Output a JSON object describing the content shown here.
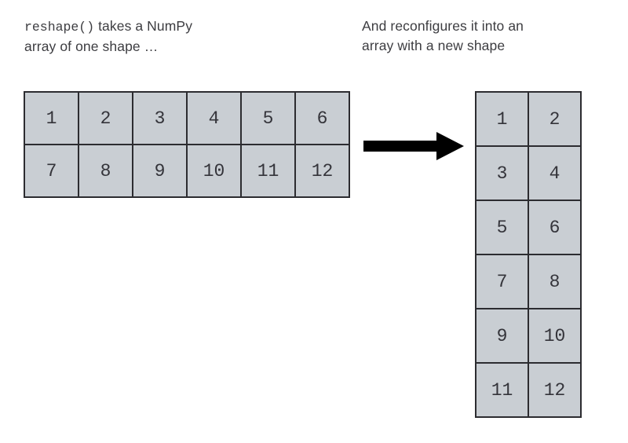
{
  "captions": {
    "left": {
      "code": "reshape()",
      "text": " takes a NumPy\narray of one shape …"
    },
    "right": {
      "text": "And reconfigures it into an\narray with a new shape"
    }
  },
  "arrays": {
    "source": {
      "label": "original-array",
      "shape": [
        2,
        6
      ],
      "rows": [
        [
          "1",
          "2",
          "3",
          "4",
          "5",
          "6"
        ],
        [
          "7",
          "8",
          "9",
          "10",
          "11",
          "12"
        ]
      ]
    },
    "result": {
      "label": "reshaped-array",
      "shape": [
        6,
        2
      ],
      "rows": [
        [
          "1",
          "2"
        ],
        [
          "3",
          "4"
        ],
        [
          "5",
          "6"
        ],
        [
          "7",
          "8"
        ],
        [
          "9",
          "10"
        ],
        [
          "11",
          "12"
        ]
      ]
    }
  },
  "arrow": {
    "name": "transform-arrow",
    "direction": "right",
    "color": "#000000"
  },
  "colors": {
    "cell_fill": "#c9ced3",
    "cell_border": "#2c2c30",
    "text": "#3d3d41",
    "background": "#ffffff"
  }
}
